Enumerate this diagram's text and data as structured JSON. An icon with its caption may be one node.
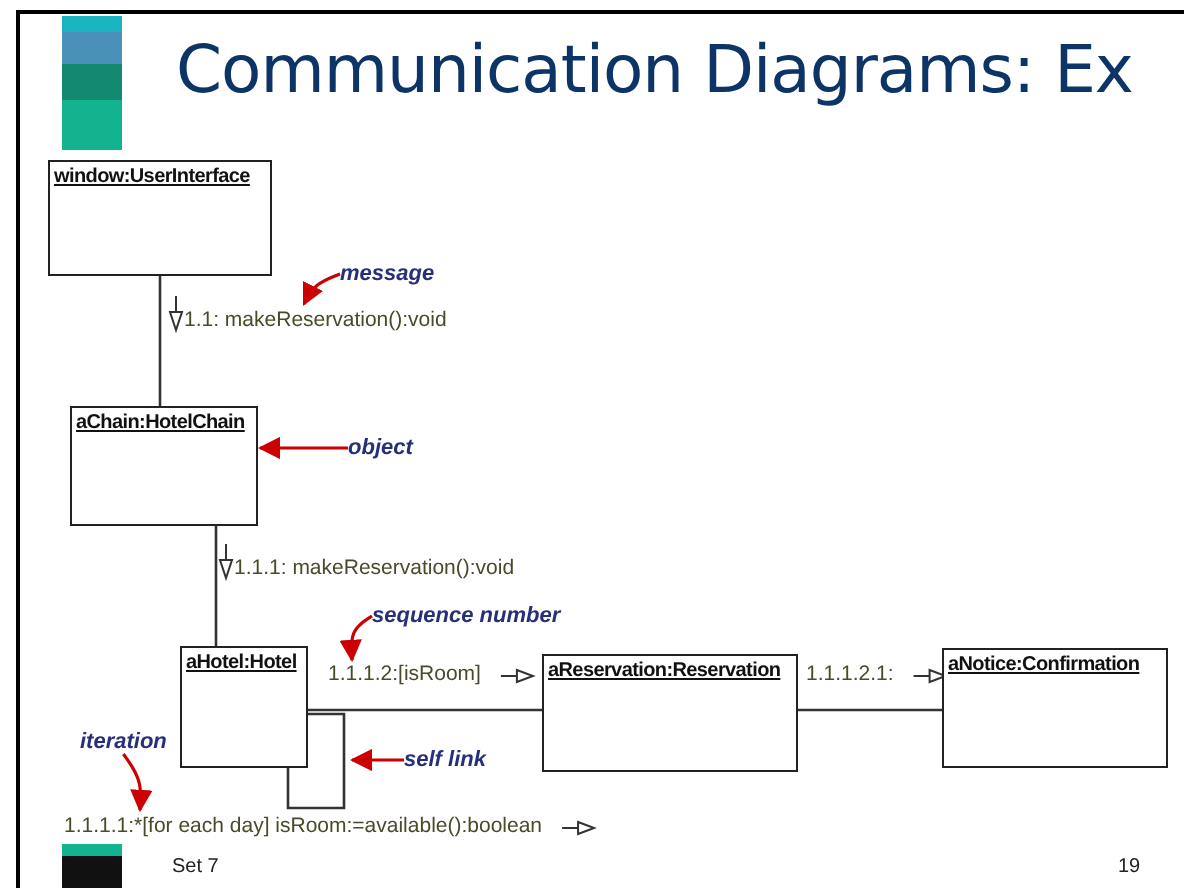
{
  "diagram": {
    "title": "Communication Diagrams: Ex",
    "nodes": [
      {
        "text": [
          "window:UserInterface"
        ]
      },
      {
        "text": [
          "aChain:HotelChain"
        ]
      },
      {
        "text": [
          "aHotel:Hotel"
        ]
      },
      {
        "text": [
          "aReservation:Reservation"
        ]
      },
      {
        "text": [
          "aNotice:Confirmation"
        ]
      },
      {
        "text": [
          "message"
        ]
      },
      {
        "text": [
          "object"
        ]
      },
      {
        "text": [
          "sequence number"
        ]
      },
      {
        "text": [
          "self link"
        ]
      },
      {
        "text": [
          "iteration"
        ]
      }
    ],
    "edges": [
      {
        "from": 0,
        "to": 1,
        "arrow": "none",
        "label": "1.1: makeReservation():void"
      },
      {
        "from": 1,
        "to": 2,
        "arrow": "none",
        "label": "1.1.1: makeReservation():void"
      },
      {
        "from": 2,
        "to": 3,
        "arrow": "none",
        "label": "1.1.1.2:[isRoom]"
      },
      {
        "from": 3,
        "to": 4,
        "arrow": "none",
        "label": "1.1.1.2.1:"
      },
      {
        "from": 2,
        "to": 2,
        "arrow": "none",
        "label": "1.1.1.1:*[for each day] isRoom:=available():boolean"
      },
      {
        "from": 5,
        "to": null,
        "arrow": "to",
        "color": "#cc0000"
      },
      {
        "from": 6,
        "to": 1,
        "arrow": "to",
        "color": "#cc0000"
      },
      {
        "from": 7,
        "to": null,
        "arrow": "to",
        "color": "#cc0000"
      },
      {
        "from": 8,
        "to": null,
        "arrow": "to",
        "color": "#cc0000"
      },
      {
        "from": 9,
        "to": null,
        "arrow": "to",
        "color": "#cc0000"
      }
    ],
    "labels": [
      "Set 7",
      "19"
    ]
  }
}
